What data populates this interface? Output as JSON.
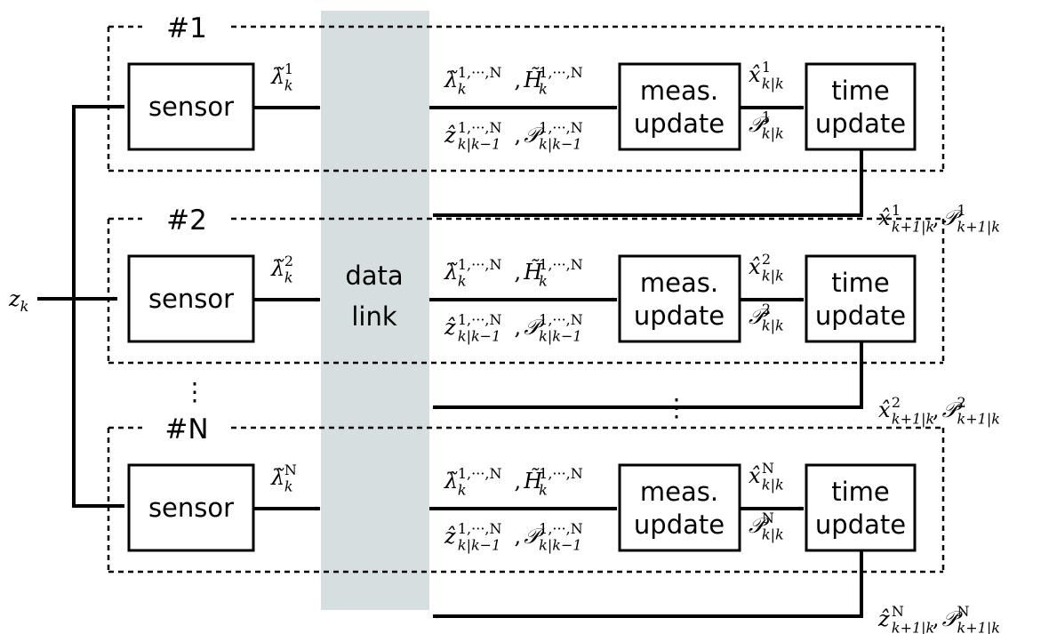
{
  "input_label": "z",
  "input_sub": "k",
  "link_label": [
    "data",
    "link"
  ],
  "box_labels": {
    "sensor": "sensor",
    "meas": [
      "meas.",
      "update"
    ],
    "time": [
      "time",
      "update"
    ]
  },
  "ellipsis": "⋮",
  "nodes": [
    {
      "id": "1",
      "title": "#1",
      "sensor_out": "λ̃",
      "sensor_out_sub": "k",
      "sensor_out_sup": "1",
      "link_out_top": {
        "a": "λ̃",
        "a_sub": "k",
        "a_sup": "1,···,N",
        "sep": ",",
        "b": "H̃",
        "b_sub": "k",
        "b_sup": "1,···,N"
      },
      "link_out_bottom": {
        "a": "ẑ",
        "a_sub": "k|k−1",
        "a_sup": "1,···,N",
        "sep": ",",
        "b": "𝒫",
        "b_sub": "k|k−1",
        "b_sup": "1,···,N"
      },
      "mid_top": {
        "a": "x̂",
        "a_sub": "k|k",
        "a_sup": "1"
      },
      "mid_bottom": {
        "a": "𝒫",
        "a_sub": "k|k",
        "a_sup": "1"
      },
      "feedback": {
        "a": "x̂",
        "a_sub": "k+1|k",
        "a_sup": "1",
        "sep": ",",
        "b": "𝒫",
        "b_sub": "k+1|k",
        "b_sup": "1"
      }
    },
    {
      "id": "2",
      "title": "#2",
      "sensor_out": "λ̃",
      "sensor_out_sub": "k",
      "sensor_out_sup": "2",
      "link_out_top": {
        "a": "λ̃",
        "a_sub": "k",
        "a_sup": "1,···,N",
        "sep": ",",
        "b": "H̃",
        "b_sub": "k",
        "b_sup": "1,···,N"
      },
      "link_out_bottom": {
        "a": "ẑ",
        "a_sub": "k|k−1",
        "a_sup": "1,···,N",
        "sep": ",",
        "b": "𝒫",
        "b_sub": "k|k−1",
        "b_sup": "1,···,N"
      },
      "mid_top": {
        "a": "x̂",
        "a_sub": "k|k",
        "a_sup": "2"
      },
      "mid_bottom": {
        "a": "𝒫",
        "a_sub": "k|k",
        "a_sup": "2"
      },
      "feedback": {
        "a": "x̂",
        "a_sub": "k+1|k",
        "a_sup": "2",
        "sep": ",",
        "b": "𝒫",
        "b_sub": "k+1|k",
        "b_sup": "2"
      }
    },
    {
      "id": "N",
      "title": "#N",
      "sensor_out": "λ̃",
      "sensor_out_sub": "k",
      "sensor_out_sup": "N",
      "link_out_top": {
        "a": "λ̃",
        "a_sub": "k",
        "a_sup": "1,···,N",
        "sep": ",",
        "b": "H̃",
        "b_sub": "k",
        "b_sup": "1,···,N"
      },
      "link_out_bottom": {
        "a": "ẑ",
        "a_sub": "k|k−1",
        "a_sup": "1,···,N",
        "sep": ",",
        "b": "𝒫",
        "b_sub": "k|k−1",
        "b_sup": "1,···,N"
      },
      "mid_top": {
        "a": "x̂",
        "a_sub": "k|k",
        "a_sup": "N"
      },
      "mid_bottom": {
        "a": "𝒫",
        "a_sub": "k|k",
        "a_sup": "N"
      },
      "feedback": {
        "a": "ẑ",
        "a_sub": "k+1|k",
        "a_sup": "N",
        "sep": ",",
        "b": "𝒫",
        "b_sub": "k+1|k",
        "b_sup": "N"
      }
    }
  ],
  "colors": {
    "link_band": "#d5dfe0",
    "stroke": "#000000"
  }
}
